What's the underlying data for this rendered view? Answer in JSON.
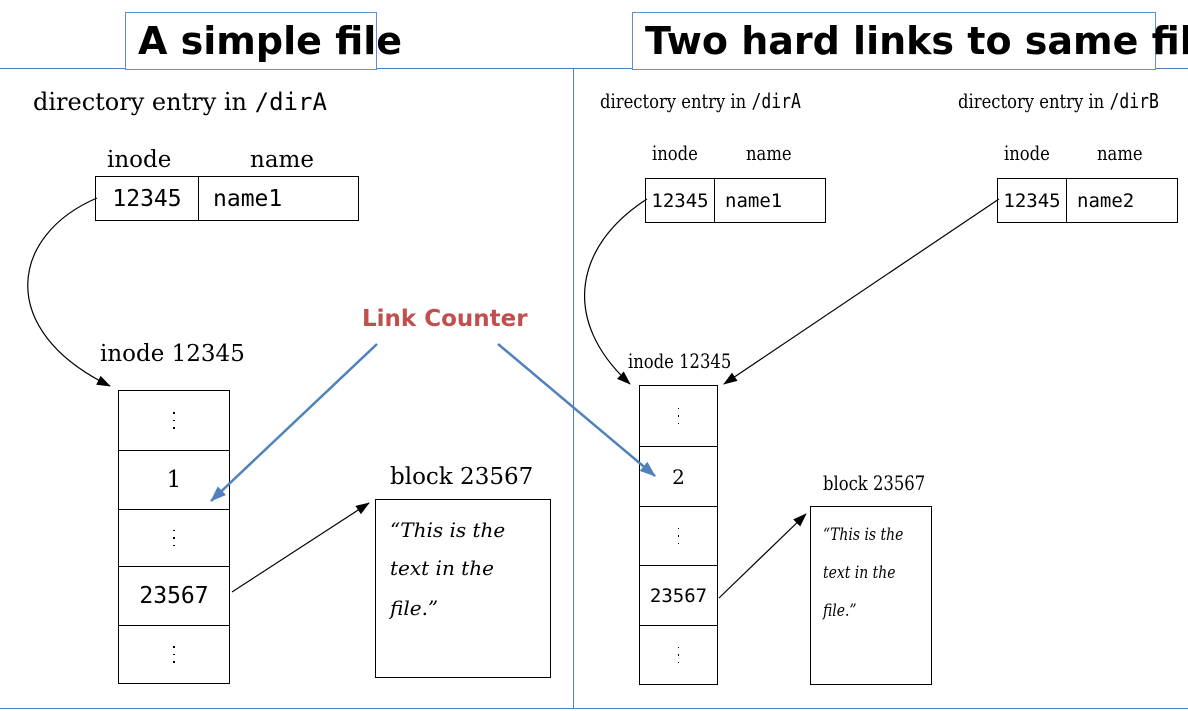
{
  "left": {
    "title": "A simple file",
    "dir_label": "directory entry in",
    "dir_path": "/dirA",
    "col_inode": "inode",
    "col_name": "name",
    "entry": {
      "inode": "12345",
      "name": "name1"
    },
    "inode_label": "inode 12345",
    "cells": [
      ":",
      "1",
      ":",
      "23567",
      ":"
    ],
    "block_label": "block 23567",
    "block_text": [
      "“This is the",
      "text in the",
      "file.”"
    ]
  },
  "right": {
    "title": "Two hard links to same file",
    "dirA_label": "directory entry in",
    "dirA_path": "/dirA",
    "dirB_label": "directory entry in",
    "dirB_path": "/dirB",
    "col_inode_a": "inode",
    "col_name_a": "name",
    "col_inode_b": "inode",
    "col_name_b": "name",
    "entryA": {
      "inode": "12345",
      "name": "name1"
    },
    "entryB": {
      "inode": "12345",
      "name": "name2"
    },
    "inode_label": "inode 12345",
    "cells": [
      ":",
      "2",
      ":",
      "23567",
      ":"
    ],
    "block_label": "block 23567",
    "block_text": [
      "“This is the",
      "text in the",
      "file.”"
    ]
  },
  "annotation": {
    "text": "Link Counter",
    "color": "#c0504d",
    "arrow_color": "#4f81bd"
  }
}
